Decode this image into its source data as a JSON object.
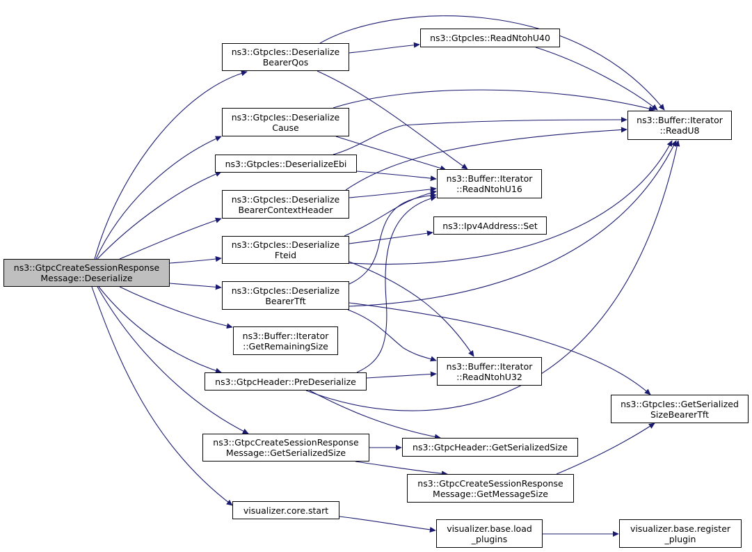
{
  "colors": {
    "edge": "#191970",
    "root_fill": "#bfbfbf",
    "node_fill": "#ffffff",
    "node_border": "#000000"
  },
  "nodes": [
    {
      "id": "root",
      "lines": [
        "ns3::GtpcCreateSessionResponse",
        "Message::Deserialize"
      ],
      "root": true
    },
    {
      "id": "dbq",
      "lines": [
        "ns3::GtpcIes::Deserialize",
        "BearerQos"
      ]
    },
    {
      "id": "rn40",
      "lines": [
        "ns3::GtpcIes::ReadNtohU40"
      ]
    },
    {
      "id": "ru8",
      "lines": [
        "ns3::Buffer::Iterator",
        "::ReadU8"
      ]
    },
    {
      "id": "dcause",
      "lines": [
        "ns3::GtpcIes::Deserialize",
        "Cause"
      ]
    },
    {
      "id": "debi",
      "lines": [
        "ns3::GtpcIes::DeserializeEbi"
      ]
    },
    {
      "id": "rn16",
      "lines": [
        "ns3::Buffer::Iterator",
        "::ReadNtohU16"
      ]
    },
    {
      "id": "dbch",
      "lines": [
        "ns3::GtpcIes::Deserialize",
        "BearerContextHeader"
      ]
    },
    {
      "id": "ipset",
      "lines": [
        "ns3::Ipv4Address::Set"
      ]
    },
    {
      "id": "dfteid",
      "lines": [
        "ns3::GtpcIes::Deserialize",
        "Fteid"
      ]
    },
    {
      "id": "dbtft",
      "lines": [
        "ns3::GtpcIes::Deserialize",
        "BearerTft"
      ]
    },
    {
      "id": "grem",
      "lines": [
        "ns3::Buffer::Iterator",
        "::GetRemainingSize"
      ]
    },
    {
      "id": "rn32",
      "lines": [
        "ns3::Buffer::Iterator",
        "::ReadNtohU32"
      ]
    },
    {
      "id": "prede",
      "lines": [
        "ns3::GtpcHeader::PreDeserialize"
      ]
    },
    {
      "id": "gsbt",
      "lines": [
        "ns3::GtpcIes::GetSerialized",
        "SizeBearerTft"
      ]
    },
    {
      "id": "gss",
      "lines": [
        "ns3::GtpcCreateSessionResponse",
        "Message::GetSerializedSize"
      ]
    },
    {
      "id": "hgss",
      "lines": [
        "ns3::GtpcHeader::GetSerializedSize"
      ]
    },
    {
      "id": "gms",
      "lines": [
        "ns3::GtpcCreateSessionResponse",
        "Message::GetMessageSize"
      ]
    },
    {
      "id": "vstart",
      "lines": [
        "visualizer.core.start"
      ]
    },
    {
      "id": "vload",
      "lines": [
        "visualizer.base.load",
        "_plugins"
      ]
    },
    {
      "id": "vreg",
      "lines": [
        "visualizer.base.register",
        "_plugin"
      ]
    }
  ]
}
